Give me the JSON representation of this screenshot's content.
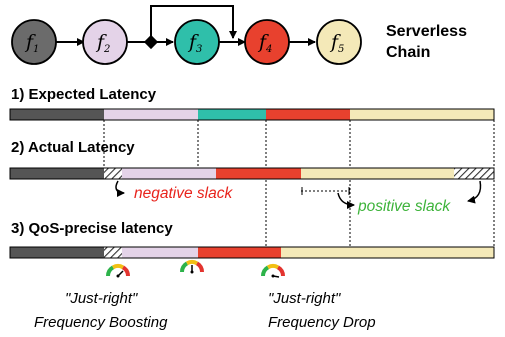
{
  "title": {
    "line1": "Serverless",
    "line2": "Chain"
  },
  "functions": [
    {
      "name": "f",
      "sub": "1",
      "color": "#6b6b6b"
    },
    {
      "name": "f",
      "sub": "2",
      "color": "#e4d3e8"
    },
    {
      "name": "f",
      "sub": "3",
      "color": "#2fbfaa"
    },
    {
      "name": "f",
      "sub": "4",
      "color": "#e8412e"
    },
    {
      "name": "f",
      "sub": "5",
      "color": "#f4e9b8"
    }
  ],
  "sections": [
    {
      "label": "1) Expected Latency"
    },
    {
      "label": "2) Actual Latency"
    },
    {
      "label": "3) QoS-precise latency"
    }
  ],
  "annotations": {
    "negative_slack": {
      "text": "negative slack",
      "color": "#e8231c"
    },
    "positive_slack": {
      "text": "positive slack",
      "color": "#3db33a"
    }
  },
  "frequency": {
    "boost": {
      "line1": "\"Just-right\"",
      "line2": "Frequency Boosting"
    },
    "drop": {
      "line1": "\"Just-right\"",
      "line2": "Frequency Drop"
    }
  }
}
